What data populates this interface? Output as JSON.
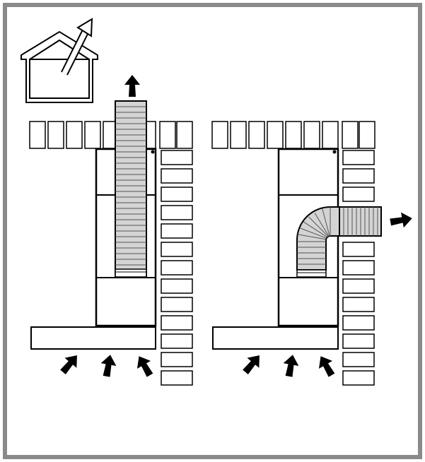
{
  "colors": {
    "frame": "#8a8a8a",
    "outline": "#000000",
    "duct_fill": "#d4d4d4",
    "background": "#ffffff"
  },
  "icons": {
    "house": "house-vent-outside-icon",
    "airflow": "airflow-arrow-icon"
  },
  "diagrams": [
    {
      "name": "vertical-duct-to-roof",
      "exhaust_direction": "up"
    },
    {
      "name": "elbow-duct-through-wall",
      "exhaust_direction": "right"
    }
  ]
}
